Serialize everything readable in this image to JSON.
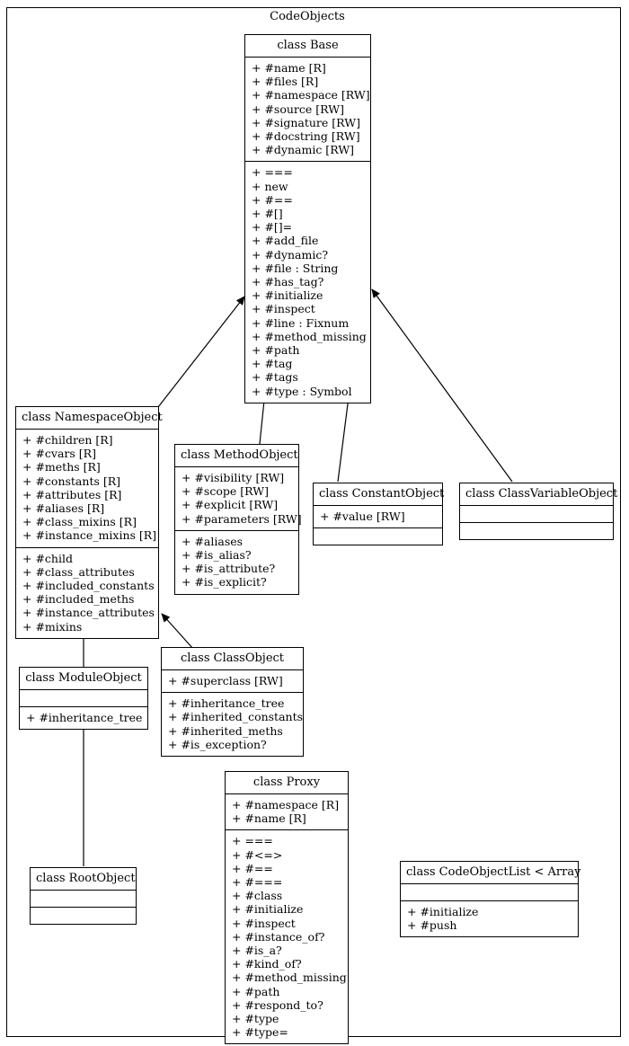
{
  "diagram": {
    "title": "CodeObjects",
    "kind": "uml-class-diagram"
  },
  "classes": {
    "base": {
      "name": "class Base",
      "attributes": [
        "+ #name [R]",
        "+ #files [R]",
        "+ #namespace [RW]",
        "+ #source [RW]",
        "+ #signature [RW]",
        "+ #docstring [RW]",
        "+ #dynamic [RW]"
      ],
      "methods": [
        "+ ===",
        "+ new",
        "+ #==",
        "+ #[]",
        "+ #[]=",
        "+ #add_file",
        "+ #dynamic?",
        "+ #file : String",
        "+ #has_tag?",
        "+ #initialize",
        "+ #inspect",
        "+ #line : Fixnum",
        "+ #method_missing",
        "+ #path",
        "+ #tag",
        "+ #tags",
        "+ #type : Symbol"
      ]
    },
    "namespaceobject": {
      "name": "class NamespaceObject",
      "attributes": [
        "+ #children [R]",
        "+ #cvars [R]",
        "+ #meths [R]",
        "+ #constants [R]",
        "+ #attributes [R]",
        "+ #aliases [R]",
        "+ #class_mixins [R]",
        "+ #instance_mixins [R]"
      ],
      "methods": [
        "+ #child",
        "+ #class_attributes",
        "+ #included_constants",
        "+ #included_meths",
        "+ #instance_attributes",
        "+ #mixins"
      ]
    },
    "methodobject": {
      "name": "class MethodObject",
      "attributes": [
        "+ #visibility [RW]",
        "+ #scope [RW]",
        "+ #explicit [RW]",
        "+ #parameters [RW]"
      ],
      "methods": [
        "+ #aliases",
        "+ #is_alias?",
        "+ #is_attribute?",
        "+ #is_explicit?"
      ]
    },
    "constantobject": {
      "name": "class ConstantObject",
      "attributes": [
        "+ #value [RW]"
      ],
      "methods": []
    },
    "classvariableobject": {
      "name": "class ClassVariableObject",
      "attributes": [],
      "methods": []
    },
    "classobject": {
      "name": "class ClassObject",
      "attributes": [
        "+ #superclass [RW]"
      ],
      "methods": [
        "+ #inheritance_tree",
        "+ #inherited_constants",
        "+ #inherited_meths",
        "+ #is_exception?"
      ]
    },
    "moduleobject": {
      "name": "class ModuleObject",
      "attributes": [],
      "methods": [
        "+ #inheritance_tree"
      ]
    },
    "rootobject": {
      "name": "class RootObject",
      "attributes": [],
      "methods": []
    },
    "proxy": {
      "name": "class Proxy",
      "attributes": [
        "+ #namespace [R]",
        "+ #name [R]"
      ],
      "methods": [
        "+ ===",
        "+ #<=>",
        "+ #==",
        "+ #===",
        "+ #class",
        "+ #initialize",
        "+ #inspect",
        "+ #instance_of?",
        "+ #is_a?",
        "+ #kind_of?",
        "+ #method_missing",
        "+ #path",
        "+ #respond_to?",
        "+ #type",
        "+ #type="
      ]
    },
    "codeobjectlist": {
      "name": "class CodeObjectList < Array",
      "attributes": [],
      "methods": [
        "+ #initialize",
        "+ #push"
      ]
    }
  },
  "edges": [
    {
      "from": "namespaceobject",
      "to": "base",
      "type": "generalization"
    },
    {
      "from": "methodobject",
      "to": "base",
      "type": "generalization"
    },
    {
      "from": "constantobject",
      "to": "base",
      "type": "generalization"
    },
    {
      "from": "classvariableobject",
      "to": "base",
      "type": "generalization"
    },
    {
      "from": "classobject",
      "to": "namespaceobject",
      "type": "generalization"
    },
    {
      "from": "moduleobject",
      "to": "namespaceobject",
      "type": "generalization"
    },
    {
      "from": "rootobject",
      "to": "moduleobject",
      "type": "generalization"
    }
  ],
  "colors": {
    "stroke": "#000000",
    "fill": "#ffffff"
  }
}
